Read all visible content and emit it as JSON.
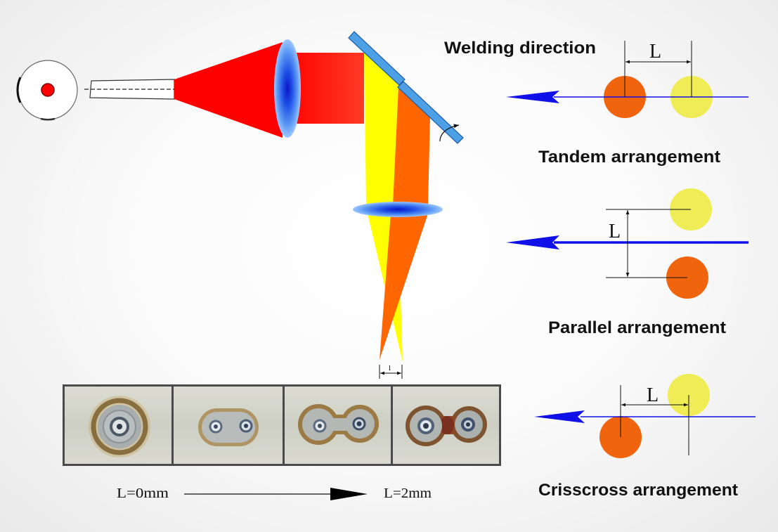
{
  "diagram": {
    "welding_direction_label": "Welding direction",
    "arrangements": {
      "tandem": {
        "label": "Tandem arrangement",
        "spacing_label": "L"
      },
      "parallel": {
        "label": "Parallel arrangement",
        "spacing_label": "L"
      },
      "crisscross": {
        "label": "Crisscross arrangement",
        "spacing_label": "L"
      }
    },
    "optics": {
      "focal_offset_label": "l"
    },
    "weld_samples": {
      "start_label": "L=0mm",
      "end_label": "L=2mm"
    }
  },
  "colors": {
    "laser_beam": "#ff0000",
    "beam_yellow": "#ffff00",
    "beam_orange": "#ff6600",
    "mirror": "#4d9fe6",
    "direction_arrow": "#1010e8",
    "spot_orange": "#f0640e",
    "spot_yellow": "#efec55"
  }
}
